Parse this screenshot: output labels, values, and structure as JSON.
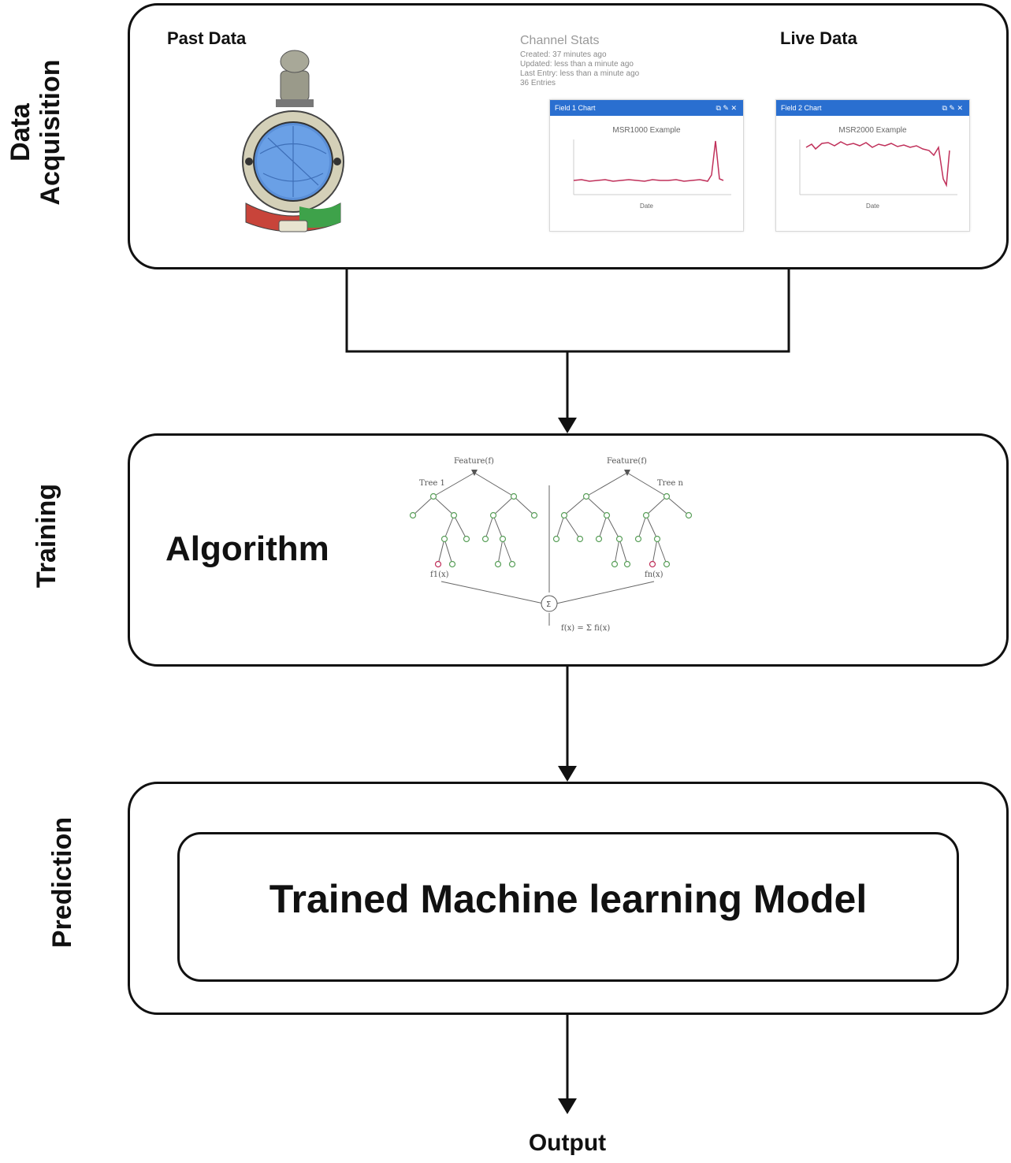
{
  "stages": {
    "acquisition": {
      "label": "Data\nAcquisition",
      "label_line1": "Data",
      "label_line2": "Acquisition"
    },
    "training": {
      "label": "Training"
    },
    "prediction": {
      "label": "Prediction"
    }
  },
  "acquisition": {
    "past_data_title": "Past Data",
    "live_data_title": "Live Data",
    "channel_stats": {
      "title": "Channel Stats",
      "lines": [
        "Created: 37 minutes ago",
        "Updated: less than a minute ago",
        "Last Entry: less than a minute ago",
        "36 Entries"
      ]
    },
    "chart1": {
      "header": "Field 1 Chart",
      "subtitle": "MSR1000 Example",
      "xlabel": "Date"
    },
    "chart2": {
      "header": "Field 2 Chart",
      "subtitle": "MSR2000 Example",
      "xlabel": "Date"
    }
  },
  "training": {
    "algorithm_label": "Algorithm",
    "tree1_feature": "Feature(f)",
    "tree2_feature": "Feature(f)",
    "tree1_name": "Tree 1",
    "tree2_name": "Tree n",
    "tree1_out": "f1(x)",
    "tree2_out": "fn(x)",
    "formula": "f(x) = Σ fi(x)"
  },
  "prediction": {
    "model_label": "Trained Machine learning Model"
  },
  "output_label": "Output",
  "colors": {
    "stroke": "#111111",
    "chart_header": "#2a6fd0",
    "chart_line": "#c0305a"
  }
}
